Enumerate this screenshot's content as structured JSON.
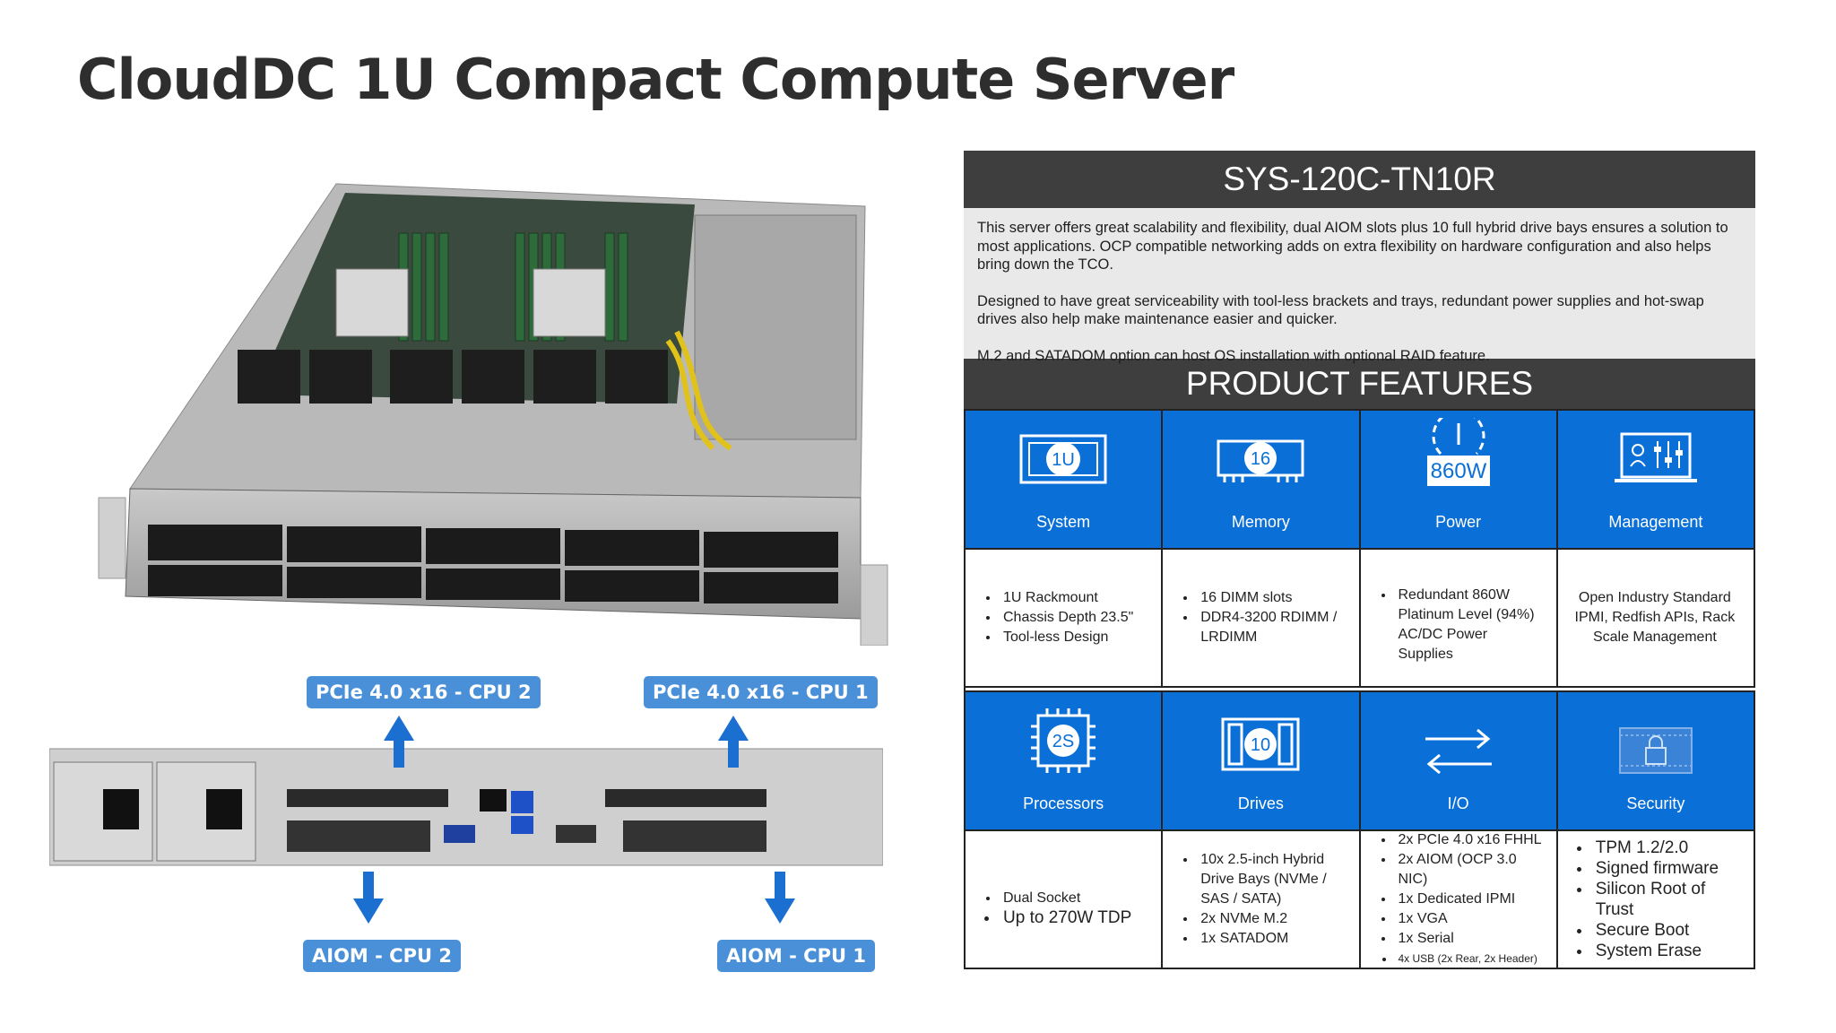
{
  "title": "CloudDC 1U Compact Compute Server",
  "callouts": {
    "pcie_cpu2": "PCIe 4.0 x16 - CPU 2",
    "pcie_cpu1": "PCIe 4.0 x16 - CPU 1",
    "aiom_cpu2": "AIOM - CPU 2",
    "aiom_cpu1": "AIOM - CPU 1"
  },
  "panel": {
    "model": "SYS-120C-TN10R",
    "description": [
      "This server offers great scalability and flexibility, dual AIOM slots plus 10 full hybrid drive bays ensures a solution to most applications. OCP compatible networking adds on extra flexibility on hardware configuration and also helps bring down the TCO.",
      "Designed to have great serviceability with tool-less brackets and trays, redundant power supplies and hot-swap drives also help make maintenance easier and quicker.",
      "M.2 and SATADOM option can host OS installation with optional RAID feature."
    ],
    "features_heading": "PRODUCT FEATURES",
    "features": [
      {
        "caption": "System",
        "icon": "1U",
        "icon_name": "server-chassis-icon",
        "items": [
          "1U Rackmount",
          "Chassis Depth 23.5\"",
          "Tool-less Design"
        ]
      },
      {
        "caption": "Memory",
        "icon": "16",
        "icon_name": "memory-dimm-icon",
        "items": [
          "16 DIMM slots",
          "DDR4-3200 RDIMM / LRDIMM"
        ]
      },
      {
        "caption": "Power",
        "icon": "860W",
        "icon_name": "power-icon",
        "items": [
          "Redundant 860W Platinum Level (94%) AC/DC Power Supplies"
        ]
      },
      {
        "caption": "Management",
        "icon": "",
        "icon_name": "management-icon",
        "text": "Open Industry Standard IPMI, Redfish APIs, Rack Scale Management"
      },
      {
        "caption": "Processors",
        "icon": "2S",
        "icon_name": "processor-chip-icon",
        "items": [
          "Dual Socket",
          "Up to 270W TDP"
        ]
      },
      {
        "caption": "Drives",
        "icon": "10",
        "icon_name": "drives-icon",
        "items": [
          "10x 2.5-inch Hybrid Drive Bays (NVMe / SAS / SATA)",
          "2x NVMe M.2",
          "1x SATADOM"
        ]
      },
      {
        "caption": "I/O",
        "icon": "",
        "icon_name": "io-arrows-icon",
        "items": [
          "2x PCIe 4.0 x16 FHHL",
          "2x AIOM (OCP 3.0 NIC)",
          "1x Dedicated IPMI",
          "1x VGA",
          "1x Serial",
          "4x USB (2x Rear, 2x Header)"
        ]
      },
      {
        "caption": "Security",
        "icon": "",
        "icon_name": "security-lock-icon",
        "items": [
          "TPM 1.2/2.0",
          "Signed firmware",
          "Silicon Root of Trust",
          "Secure Boot",
          "System Erase"
        ]
      }
    ]
  }
}
